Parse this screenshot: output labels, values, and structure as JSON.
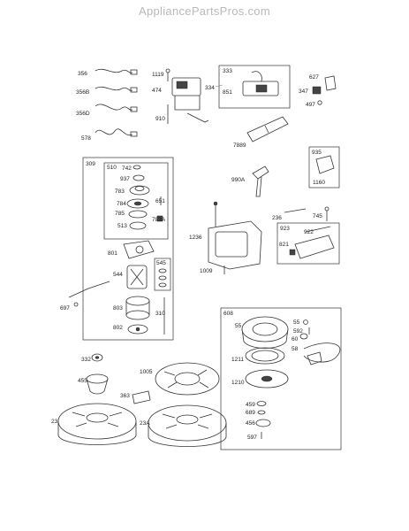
{
  "watermark": "AppliancePartsPros.com",
  "labels": {
    "l356": "356",
    "l356B": "356B",
    "l356D": "356D",
    "l578": "578",
    "l1119": "1119",
    "l474": "474",
    "l910": "910",
    "l333": "333",
    "l334": "334",
    "l851": "851",
    "l627": "627",
    "l347": "347",
    "l497": "497",
    "l309": "309",
    "l510": "510",
    "l742": "742",
    "l937": "937",
    "l783": "783",
    "l651": "651",
    "l784": "784",
    "l785": "785",
    "l783A": "783A",
    "l513": "513",
    "l801": "801",
    "l545": "545",
    "l544": "544",
    "l803": "803",
    "l802": "802",
    "l310": "310",
    "l697": "697",
    "l7889": "7889",
    "l990A": "990A",
    "l935": "935",
    "l1160": "1160",
    "l236": "236",
    "l745": "745",
    "l1236": "1236",
    "l1009": "1009",
    "l923": "923",
    "l922": "922",
    "l821": "821",
    "l608": "608",
    "l55a": "55",
    "l55b": "55",
    "l592": "592",
    "l60": "60",
    "l58": "58",
    "l1211": "1211",
    "l1210": "1210",
    "l459": "459",
    "l689": "689",
    "l456": "456",
    "l597": "597",
    "l332": "332",
    "l455": "455",
    "l1005": "1005",
    "l363": "363",
    "l23": "23",
    "l23A": "23A"
  }
}
